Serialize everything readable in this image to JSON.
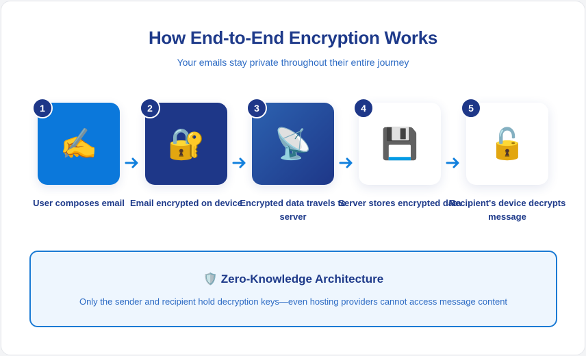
{
  "header": {
    "title": "How End-to-End Encryption Works",
    "subtitle": "Your emails stay private throughout their entire journey"
  },
  "steps": [
    {
      "number": "1",
      "icon": "✍️",
      "label": "User composes email",
      "color": "#0b78db"
    },
    {
      "number": "2",
      "icon": "🔐",
      "label": "Email encrypted on device",
      "color": "#1e3788"
    },
    {
      "number": "3",
      "icon": "📡",
      "label": "Encrypted data travels to server",
      "color": "#2c62b0"
    },
    {
      "number": "4",
      "icon": "💾",
      "label": "Server stores encrypted data",
      "color": "#ffffff"
    },
    {
      "number": "5",
      "icon": "🔓",
      "label": "Recipient's device decrypts message",
      "color": "#ffffff"
    }
  ],
  "callout": {
    "icon": "🛡️",
    "title": "Zero-Knowledge Architecture",
    "text": "Only the sender and recipient hold decryption keys—even hosting providers cannot access message content"
  }
}
